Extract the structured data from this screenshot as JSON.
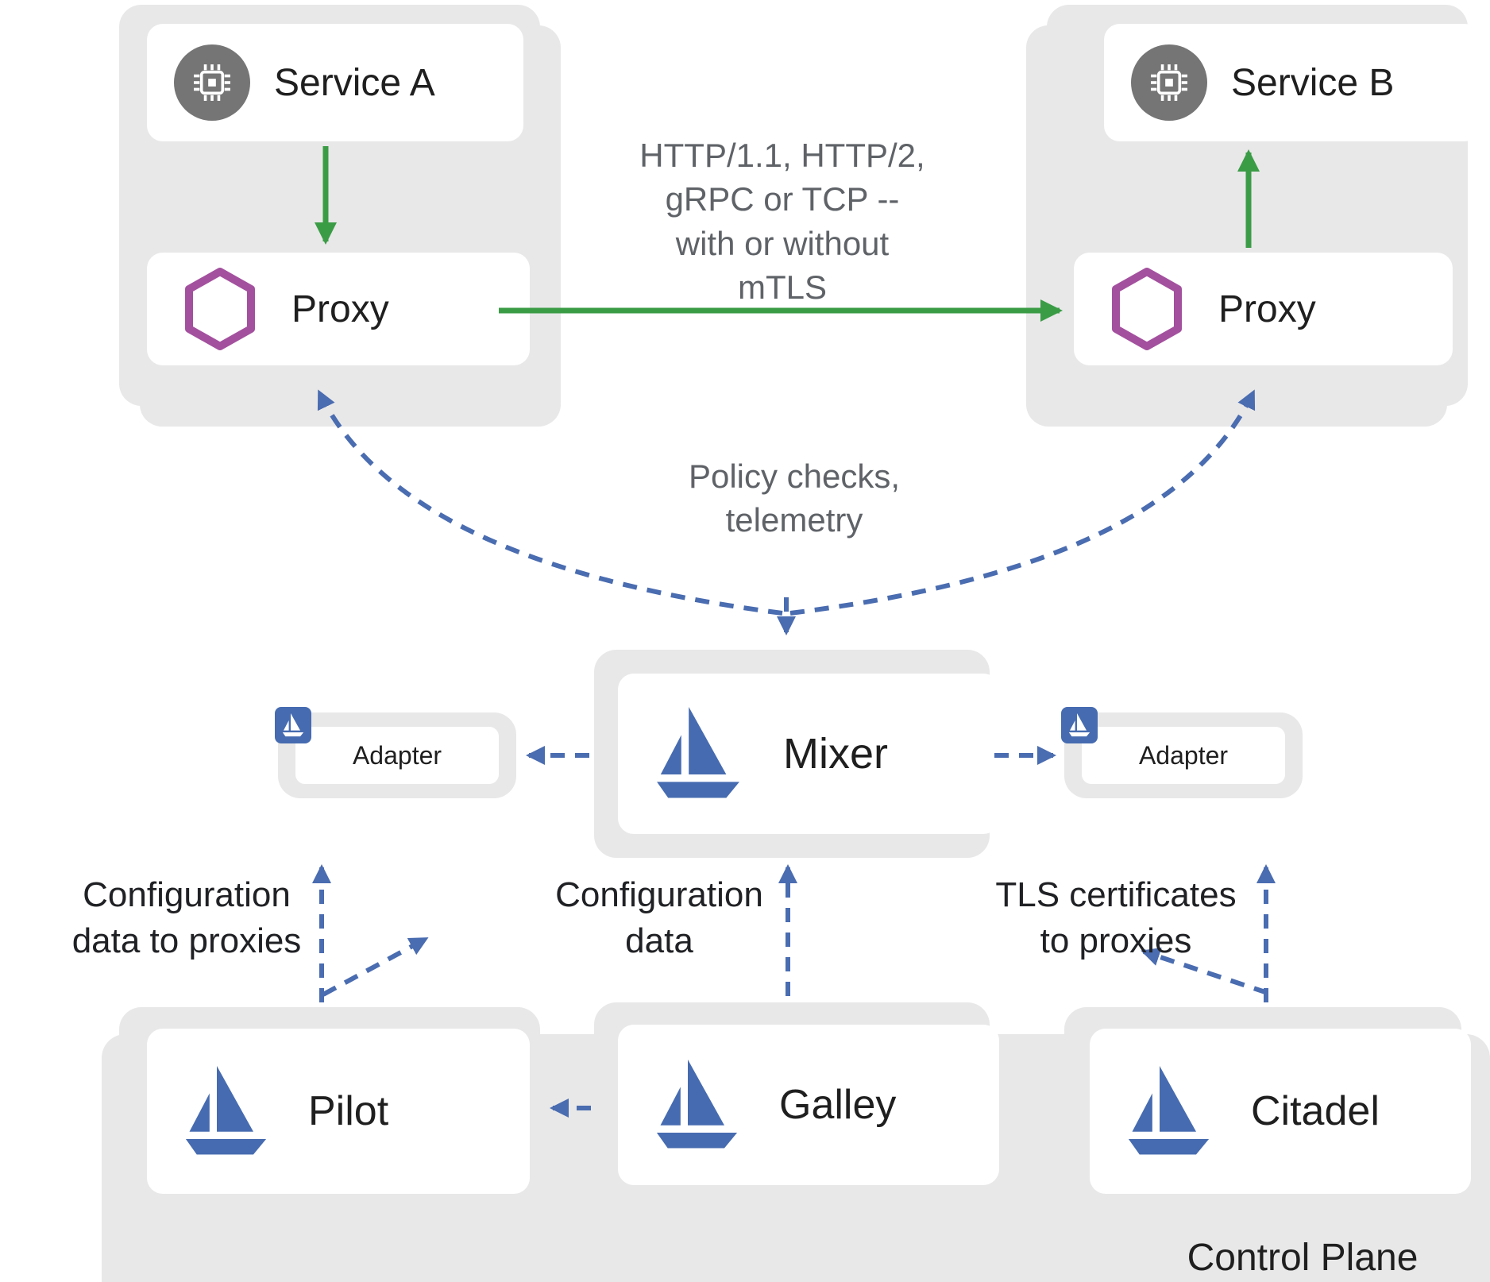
{
  "nodes": {
    "service_a": "Service A",
    "service_b": "Service B",
    "proxy_a": "Proxy",
    "proxy_b": "Proxy",
    "mixer": "Mixer",
    "adapter_left": "Adapter",
    "adapter_right": "Adapter",
    "pilot": "Pilot",
    "galley": "Galley",
    "citadel": "Citadel"
  },
  "annotations": {
    "protocols": "HTTP/1.1, HTTP/2,\ngRPC or TCP --\nwith or without\nmTLS",
    "policy_checks": "Policy checks,\ntelemetry",
    "config_to_proxies": "Configuration\ndata to proxies",
    "config_data": "Configuration\ndata",
    "tls_to_proxies": "TLS certificates\nto proxies",
    "control_plane": "Control Plane"
  },
  "colors": {
    "arrow_green": "#3b9c46",
    "arrow_blue": "#4a6cb0",
    "istio_blue": "#466bb0",
    "hexagon_purple": "#a3509e",
    "service_icon_gray": "#757575",
    "card_gray": "#e8e8e8"
  }
}
